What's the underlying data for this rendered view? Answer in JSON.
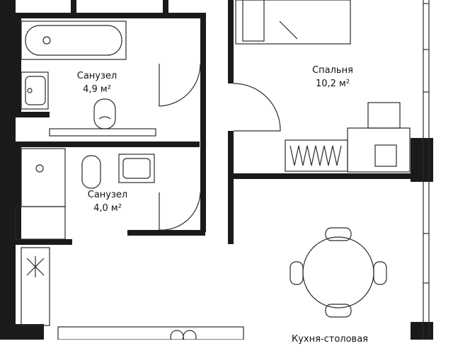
{
  "rooms": {
    "bathroom_1": {
      "name": "Санузел",
      "area": "4,9 м²"
    },
    "bedroom": {
      "name": "Спальня",
      "area": "10,2 м²"
    },
    "bathroom_2": {
      "name": "Санузел",
      "area": "4,0 м²"
    },
    "kitchen_dining": {
      "name": "Кухня-столовая"
    }
  },
  "colors": {
    "wall": "#1a1a1a",
    "line": "#2a2a2a",
    "fill": "#ffffff"
  }
}
